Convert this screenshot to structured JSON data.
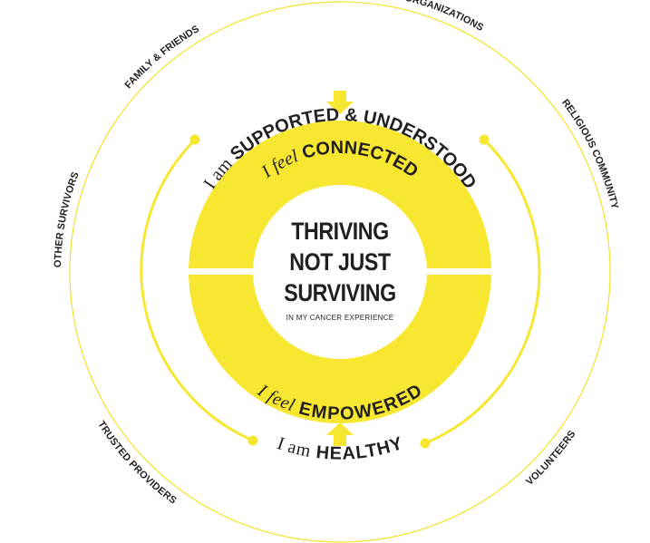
{
  "colors": {
    "yellow": "#f7e731",
    "ring_line": "#f5e22a",
    "text": "#231f20",
    "white": "#ffffff"
  },
  "center": {
    "line1": "THRIVING",
    "line2": "NOT JUST",
    "line3": "SURVIVING",
    "subline": "IN MY CANCER EXPERIENCE"
  },
  "inner_ring": {
    "top_prefix": "I feel",
    "top_word": "CONNECTED",
    "bottom_prefix": "I feel",
    "bottom_word": "EMPOWERED"
  },
  "middle_ring": {
    "top_prefix": "I am",
    "top_word": "SUPPORTED & UNDERSTOOD",
    "bottom_prefix": "I am",
    "bottom_word": "HEALTHY"
  },
  "outer_ring": {
    "other_organizations": "OTHER ORGANIZATIONS",
    "family_friends": "FAMILY & FRIENDS",
    "religious_community": "RELIGIOUS COMMUNITY",
    "other_survivors": "OTHER SURVIVORS",
    "trusted_providers": "TRUSTED PROVIDERS",
    "volunteers": "VOLUNTEERS"
  }
}
